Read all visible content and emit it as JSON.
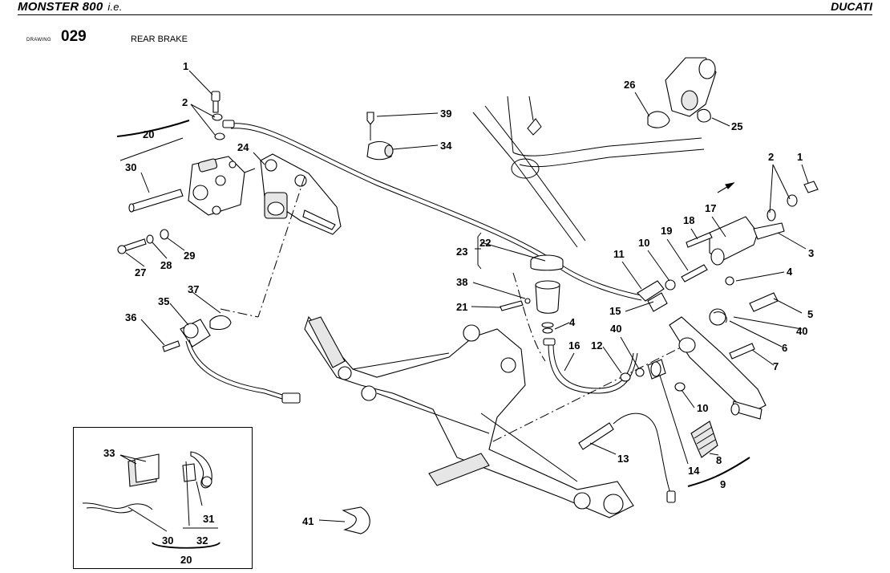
{
  "header": {
    "model": "MONSTER 800",
    "variant": "i.e.",
    "brand": "DUCATI"
  },
  "drawing": {
    "label": "DRAWING",
    "number": "029",
    "title": "REAR BRAKE"
  },
  "callouts": [
    {
      "id": "c1a",
      "text": "1"
    },
    {
      "id": "c2a",
      "text": "2"
    },
    {
      "id": "c20a",
      "text": "20"
    },
    {
      "id": "c24",
      "text": "24"
    },
    {
      "id": "c30a",
      "text": "30"
    },
    {
      "id": "c27",
      "text": "27"
    },
    {
      "id": "c28",
      "text": "28"
    },
    {
      "id": "c29",
      "text": "29"
    },
    {
      "id": "c39",
      "text": "39"
    },
    {
      "id": "c34",
      "text": "34"
    },
    {
      "id": "c26",
      "text": "26"
    },
    {
      "id": "c25",
      "text": "25"
    },
    {
      "id": "c2b",
      "text": "2"
    },
    {
      "id": "c1b",
      "text": "1"
    },
    {
      "id": "c3",
      "text": "3"
    },
    {
      "id": "c17",
      "text": "17"
    },
    {
      "id": "c18",
      "text": "18"
    },
    {
      "id": "c19",
      "text": "19"
    },
    {
      "id": "c10a",
      "text": "10"
    },
    {
      "id": "c11",
      "text": "11"
    },
    {
      "id": "c22",
      "text": "22"
    },
    {
      "id": "c23",
      "text": "23"
    },
    {
      "id": "c38",
      "text": "38"
    },
    {
      "id": "c21",
      "text": "21"
    },
    {
      "id": "c4a",
      "text": "4"
    },
    {
      "id": "c4b",
      "text": "4"
    },
    {
      "id": "c15",
      "text": "15"
    },
    {
      "id": "c5",
      "text": "5"
    },
    {
      "id": "c40a",
      "text": "40"
    },
    {
      "id": "c40b",
      "text": "40"
    },
    {
      "id": "c6",
      "text": "6"
    },
    {
      "id": "c7",
      "text": "7"
    },
    {
      "id": "c16",
      "text": "16"
    },
    {
      "id": "c12",
      "text": "12"
    },
    {
      "id": "c10b",
      "text": "10"
    },
    {
      "id": "c35",
      "text": "35"
    },
    {
      "id": "c37",
      "text": "37"
    },
    {
      "id": "c36",
      "text": "36"
    },
    {
      "id": "c13",
      "text": "13"
    },
    {
      "id": "c14",
      "text": "14"
    },
    {
      "id": "c8",
      "text": "8"
    },
    {
      "id": "c9",
      "text": "9"
    },
    {
      "id": "c41",
      "text": "41"
    },
    {
      "id": "c33",
      "text": "33"
    },
    {
      "id": "c31",
      "text": "31"
    },
    {
      "id": "c30b",
      "text": "30"
    },
    {
      "id": "c32",
      "text": "32"
    },
    {
      "id": "c20b",
      "text": "20"
    }
  ]
}
